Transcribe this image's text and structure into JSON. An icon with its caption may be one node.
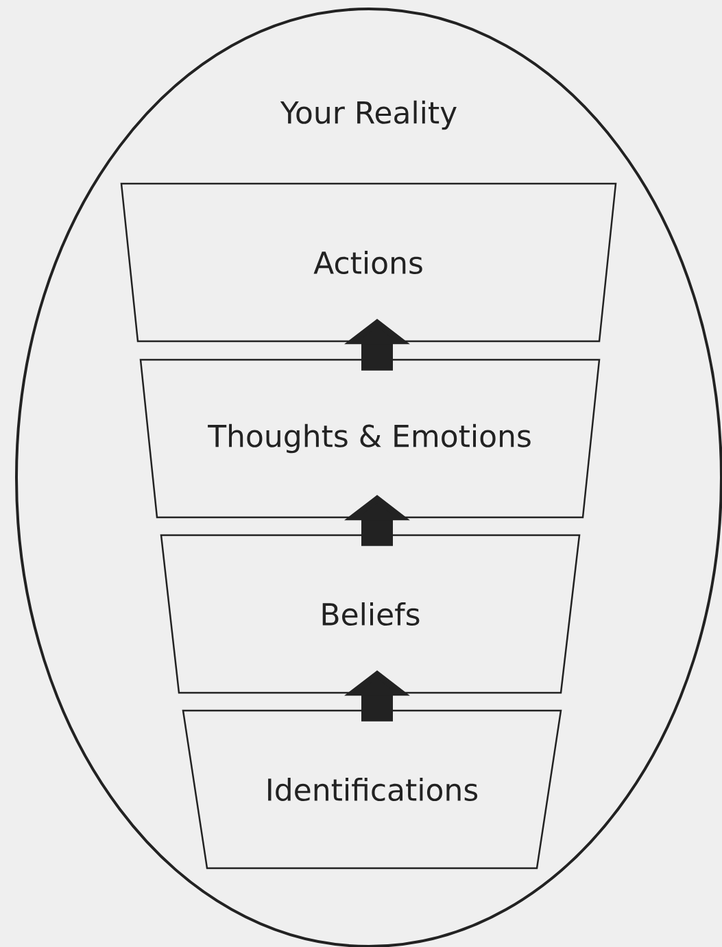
{
  "diagram": {
    "nodes": [
      {
        "text": [
          "Your Reality"
        ]
      },
      {
        "text": [
          "Actions"
        ],
        "in": 0
      },
      {
        "text": [
          "Thoughts & Emotions"
        ],
        "in": 0
      },
      {
        "text": [
          "Beliefs"
        ],
        "in": 0
      },
      {
        "text": [
          "Identifications"
        ],
        "in": 0
      }
    ],
    "edges": [
      {
        "from": 4,
        "to": 3,
        "arrow": "to"
      },
      {
        "from": 3,
        "to": 2,
        "arrow": "to"
      },
      {
        "from": 2,
        "to": 1,
        "arrow": "to"
      }
    ]
  }
}
